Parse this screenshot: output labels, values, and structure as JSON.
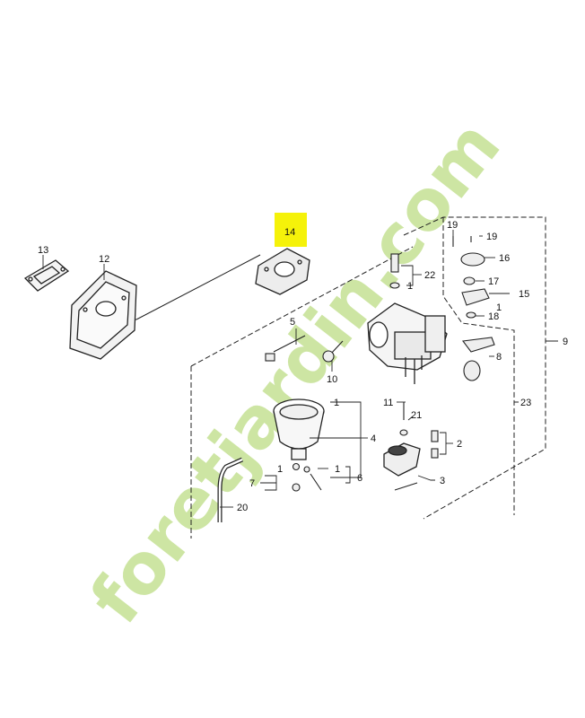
{
  "highlight_color": "#f5f20a",
  "highlighted_part": "14",
  "watermark": {
    "text": "foretjardin.com",
    "colors": [
      "#c8e39a",
      "#f5c27a",
      "#d9cfc1"
    ]
  },
  "parts": {
    "p1a": "1",
    "p1b": "1",
    "p1c": "1",
    "p1d": "1",
    "p1e": "1",
    "p2": "2",
    "p3": "3",
    "p4": "4",
    "p5": "5",
    "p6": "6",
    "p7": "7",
    "p8": "8",
    "p9": "9",
    "p10": "10",
    "p11": "11",
    "p12": "12",
    "p13": "13",
    "p14": "14",
    "p15": "15",
    "p16": "16",
    "p17": "17",
    "p18": "18",
    "p19a": "19",
    "p19b": "19",
    "p20": "20",
    "p21": "21",
    "p22": "22",
    "p23": "23"
  }
}
